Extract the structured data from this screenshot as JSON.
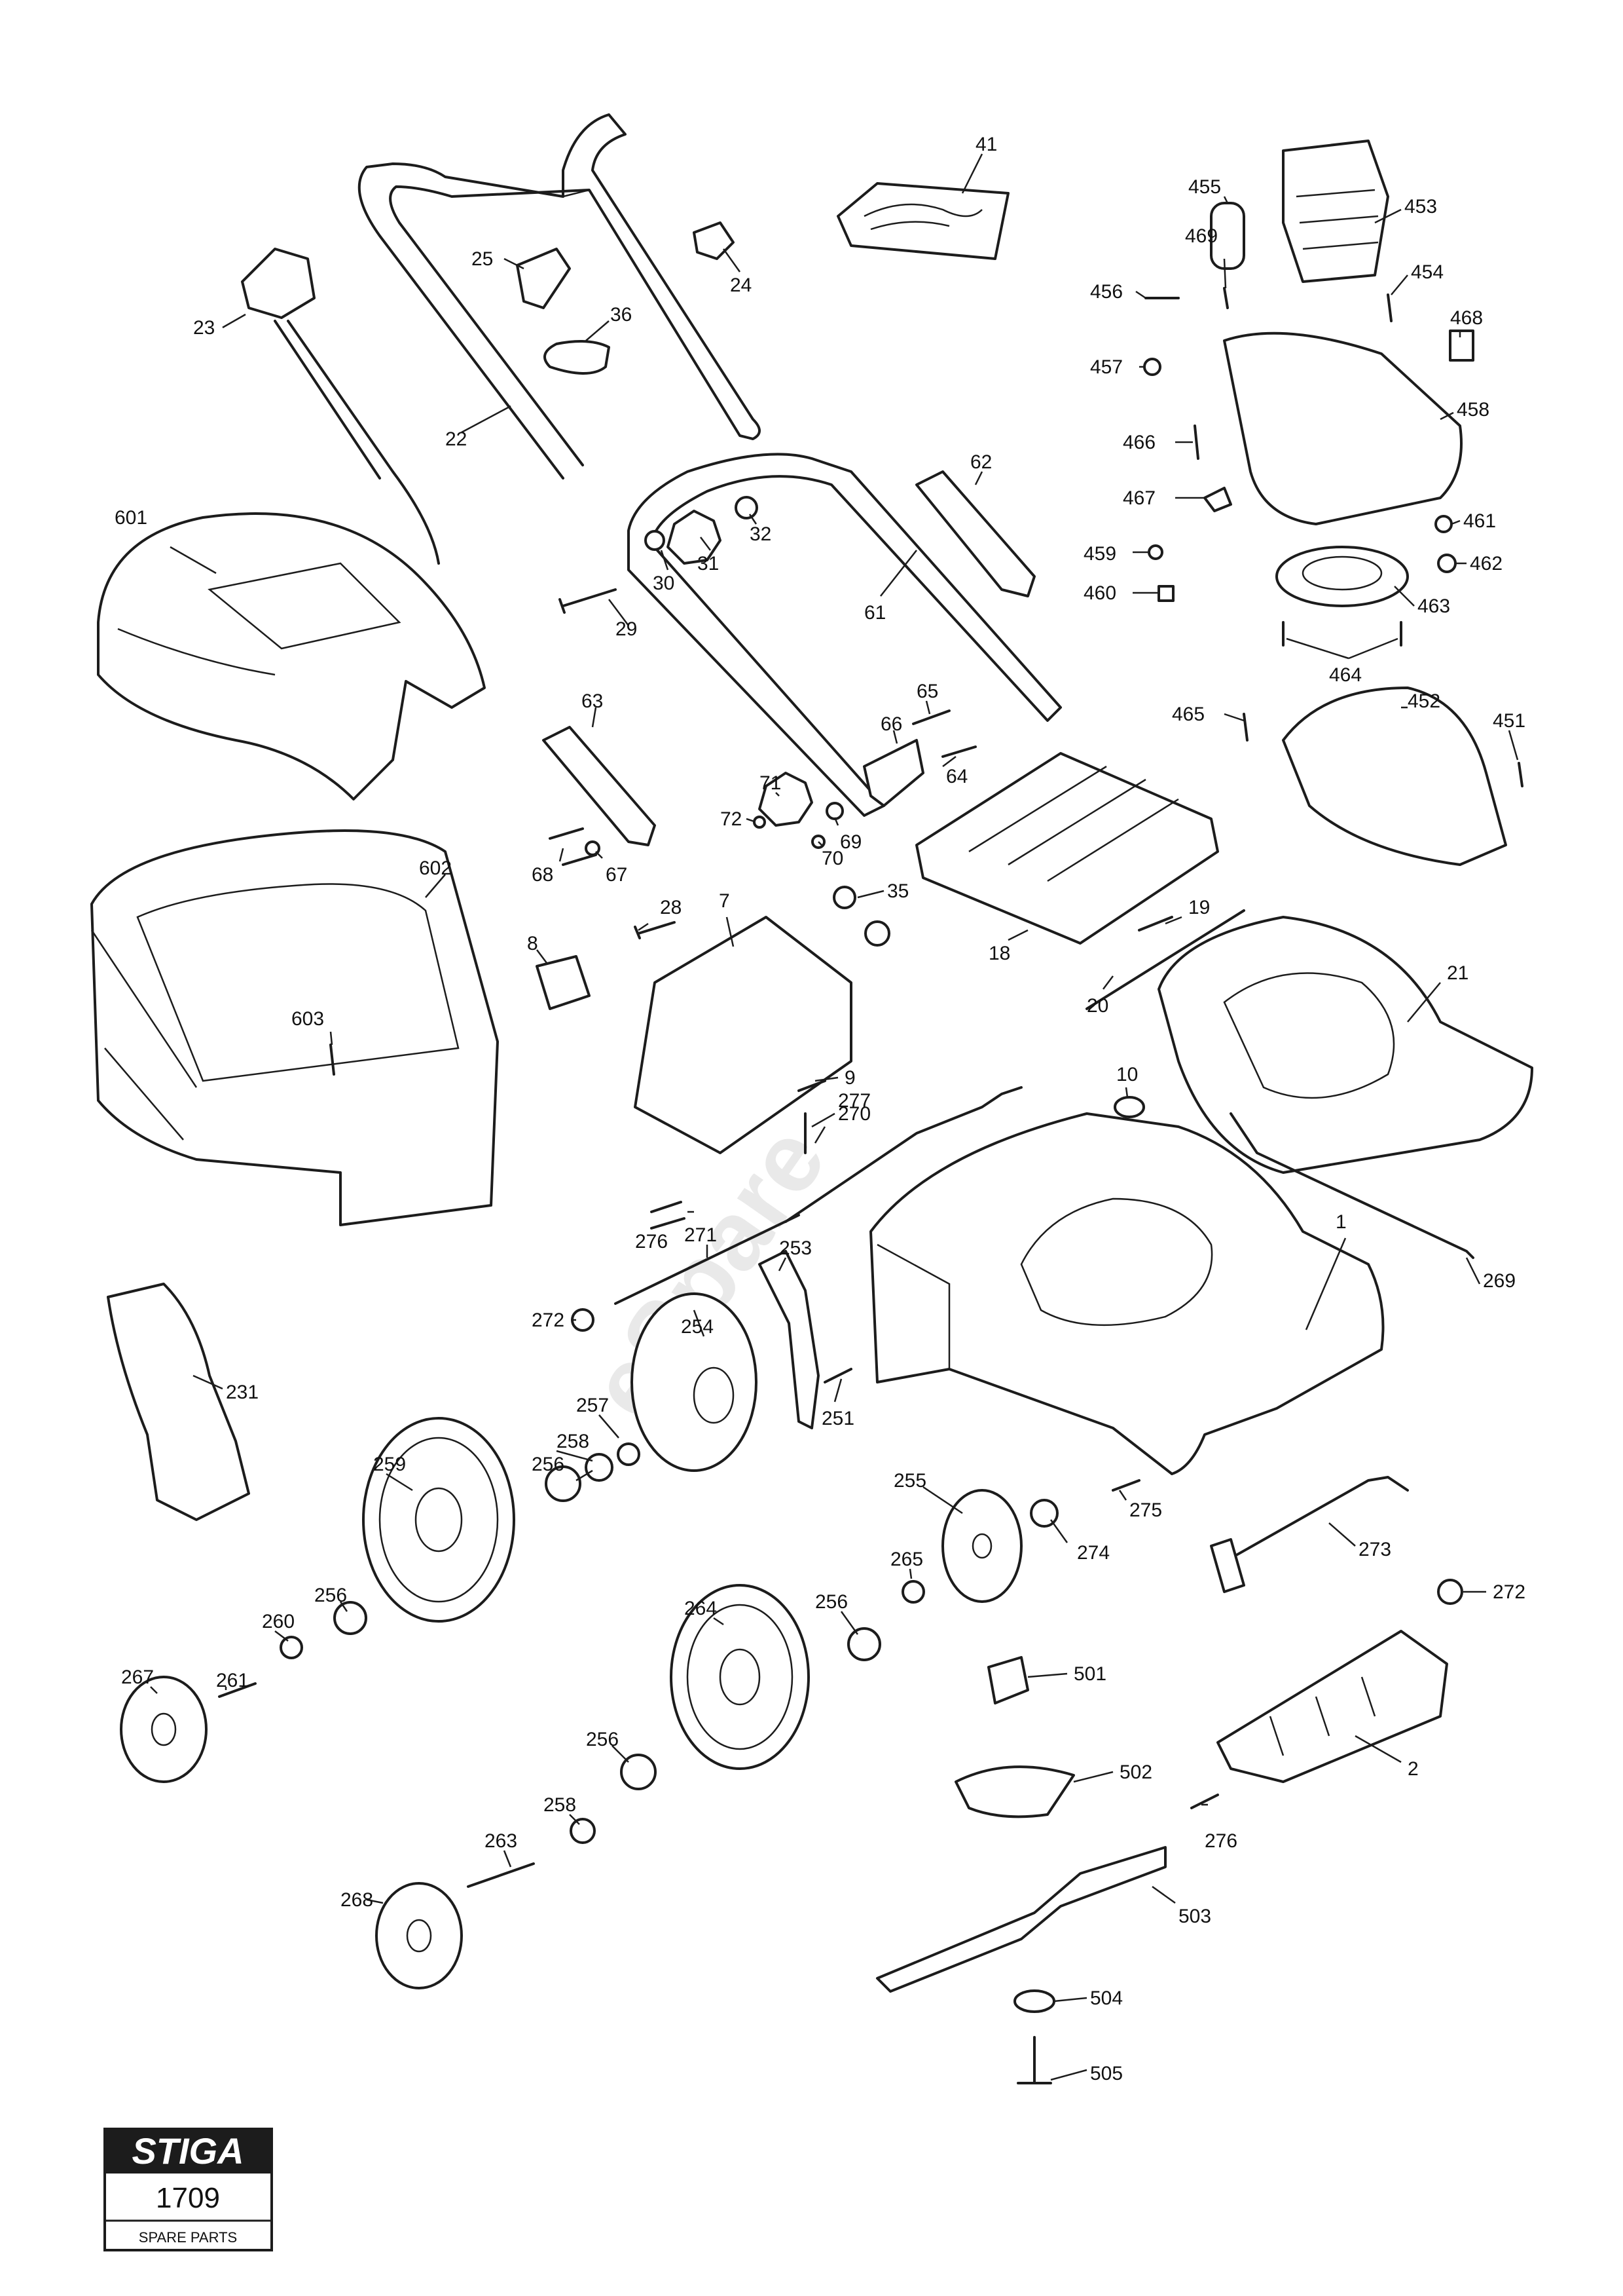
{
  "logo": {
    "brand": "STIGA",
    "model": "1709",
    "caption": "SPARE PARTS"
  },
  "callouts": [
    "1",
    "2",
    "7",
    "8",
    "9",
    "10",
    "18",
    "19",
    "20",
    "21",
    "22",
    "23",
    "24",
    "25",
    "28",
    "29",
    "30",
    "31",
    "32",
    "35",
    "36",
    "41",
    "61",
    "62",
    "63",
    "64",
    "65",
    "66",
    "67",
    "68",
    "69",
    "70",
    "71",
    "72",
    "231",
    "251",
    "253",
    "254",
    "255",
    "256",
    "256",
    "256",
    "256",
    "257",
    "258",
    "258",
    "259",
    "260",
    "261",
    "263",
    "264",
    "265",
    "267",
    "268",
    "269",
    "270",
    "271",
    "272",
    "272",
    "273",
    "274",
    "275",
    "276",
    "276",
    "277",
    "451",
    "452",
    "453",
    "454",
    "455",
    "456",
    "457",
    "458",
    "459",
    "460",
    "461",
    "462",
    "463",
    "464",
    "465",
    "466",
    "467",
    "468",
    "469",
    "501",
    "502",
    "503",
    "504",
    "505",
    "601",
    "602",
    "603"
  ],
  "colors": {
    "ink": "#1c1c1c",
    "paper": "#ffffff",
    "watermark": "#e9e9e9"
  }
}
